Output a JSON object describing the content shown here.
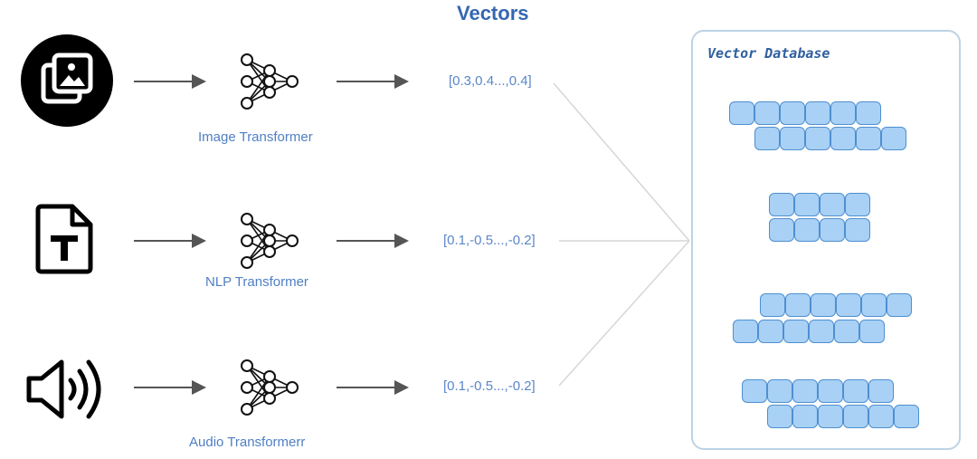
{
  "header": "Vectors",
  "rows": [
    {
      "input_icon": "image-icon",
      "transformer_label": "Image Transformer",
      "vector": "[0.3,0.4...,0.4]"
    },
    {
      "input_icon": "text-document-icon",
      "transformer_label": "NLP Transformer",
      "vector": "[0.1,-0.5...,-0.2]"
    },
    {
      "input_icon": "speaker-sound-icon",
      "transformer_label": "Audio Transformerr",
      "vector": "[0.1,-0.5...,-0.2]"
    }
  ],
  "database": {
    "title": "Vector Database"
  },
  "colors": {
    "accent": "#3567b0",
    "cell_fill": "#a9d1f5",
    "cell_border": "#4e8fd0",
    "box_border": "#bcd3e6"
  }
}
